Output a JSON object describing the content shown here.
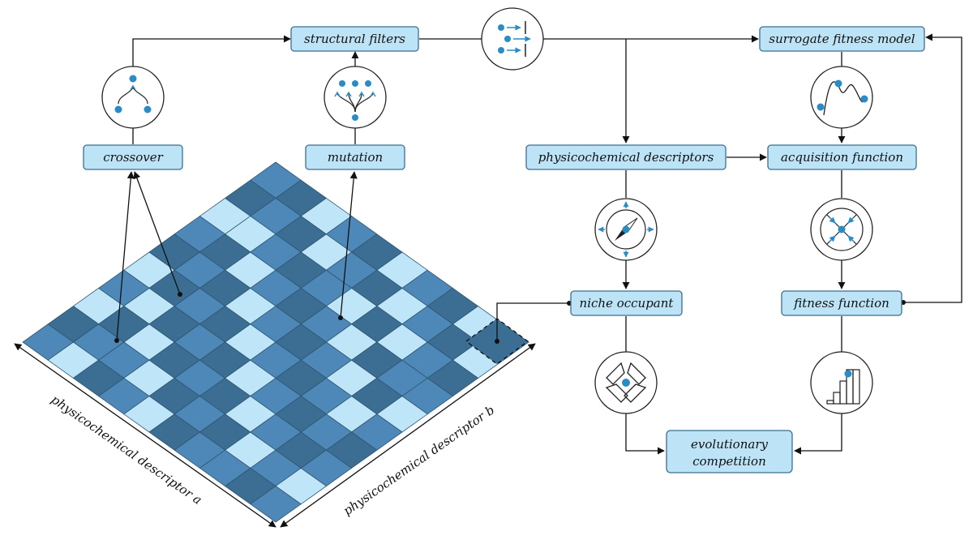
{
  "nodes": {
    "structural_filters": "structural filters",
    "surrogate_fitness_model": "surrogate fitness model",
    "crossover": "crossover",
    "mutation": "mutation",
    "physicochemical_descriptors": "physicochemical descriptors",
    "acquisition_function": "acquisition function",
    "niche_occupant": "niche occupant",
    "fitness_function": "fitness function",
    "evolutionary_competition_1": "evolutionary",
    "evolutionary_competition_2": "competition"
  },
  "axes": {
    "a": "physicochemical descriptor a",
    "b": "physicochemical descriptor b"
  },
  "icons": {
    "crossover": "crossover-icon",
    "mutation": "mutation-icon",
    "filter": "filter-icon",
    "surrogate": "surrogate-curve-icon",
    "compass": "compass-icon",
    "acquisition": "target-converge-icon",
    "niche": "niche-icon",
    "fitness": "bar-chart-icon"
  },
  "colors": {
    "box_fill": "#bde4f6",
    "accent": "#2a8cc4",
    "cell_light": "#bfe6f8",
    "cell_mid": "#4e88b8",
    "cell_dark": "#3b6e92"
  },
  "grid": {
    "size": 10,
    "levels": [
      [
        1,
        2,
        0,
        1,
        2,
        0,
        1,
        0,
        2,
        1
      ],
      [
        2,
        1,
        0,
        2,
        1,
        2,
        0,
        2,
        1,
        0
      ],
      [
        0,
        2,
        1,
        0,
        2,
        1,
        2,
        0,
        1,
        2
      ],
      [
        1,
        0,
        2,
        1,
        0,
        2,
        1,
        2,
        0,
        1
      ],
      [
        2,
        1,
        1,
        2,
        1,
        0,
        2,
        1,
        2,
        0
      ],
      [
        0,
        2,
        0,
        1,
        2,
        1,
        0,
        2,
        1,
        2
      ],
      [
        1,
        0,
        2,
        0,
        1,
        2,
        1,
        0,
        2,
        1
      ],
      [
        2,
        1,
        0,
        2,
        0,
        1,
        2,
        1,
        0,
        1
      ],
      [
        0,
        2,
        1,
        1,
        2,
        0,
        1,
        2,
        1,
        2
      ],
      [
        1,
        0,
        2,
        1,
        0,
        1,
        2,
        1,
        0,
        1
      ]
    ]
  }
}
